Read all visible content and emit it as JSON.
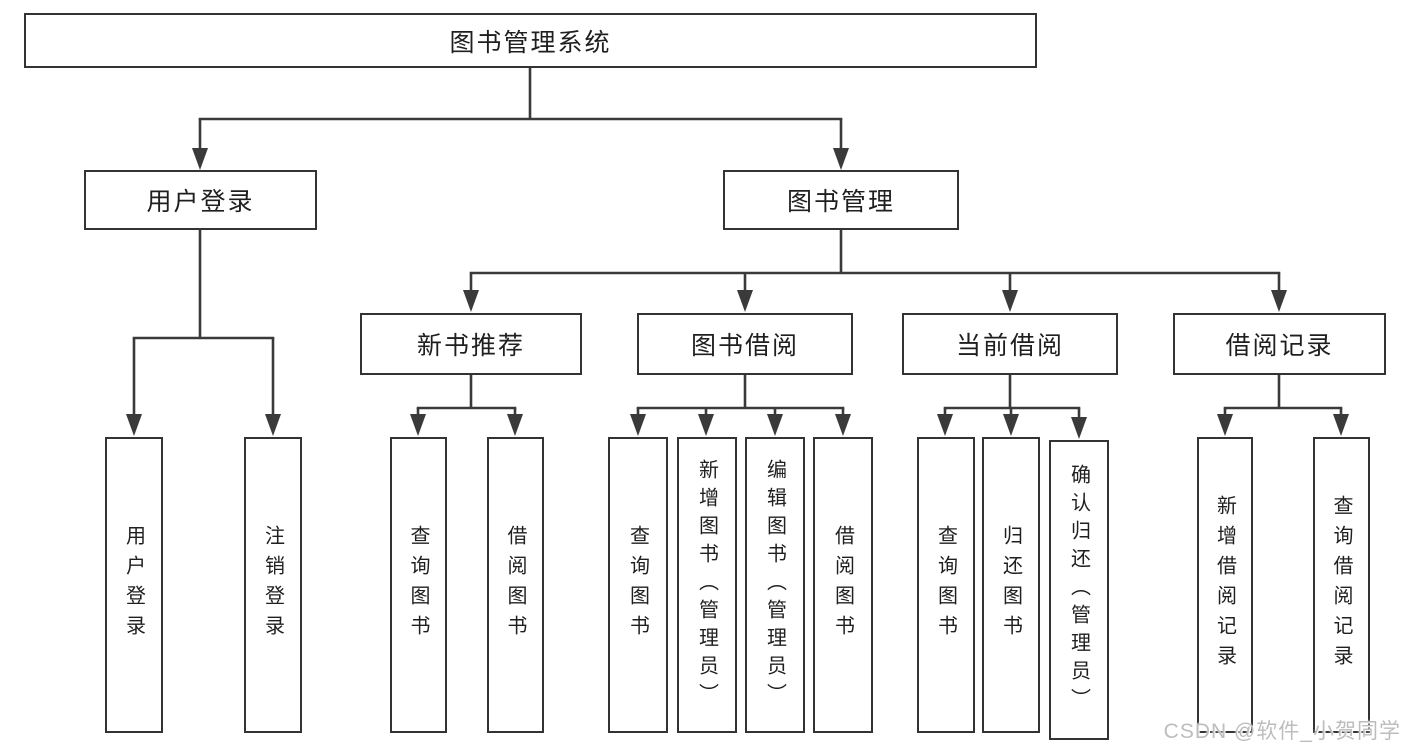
{
  "tree": {
    "label": "图书管理系统",
    "children": [
      {
        "label": "用户登录",
        "children": [
          {
            "label": "用户登录"
          },
          {
            "label": "注销登录"
          }
        ]
      },
      {
        "label": "图书管理",
        "children": [
          {
            "label": "新书推荐",
            "children": [
              {
                "label": "查询图书"
              },
              {
                "label": "借阅图书"
              }
            ]
          },
          {
            "label": "图书借阅",
            "children": [
              {
                "label": "查询图书"
              },
              {
                "label": "新增图书（管理员）"
              },
              {
                "label": "编辑图书（管理员）"
              },
              {
                "label": "借阅图书"
              }
            ]
          },
          {
            "label": "当前借阅",
            "children": [
              {
                "label": "查询图书"
              },
              {
                "label": "归还图书"
              },
              {
                "label": "确认归还（管理员）"
              }
            ]
          },
          {
            "label": "借阅记录",
            "children": [
              {
                "label": "新增借阅记录"
              },
              {
                "label": "查询借阅记录"
              }
            ]
          }
        ]
      }
    ]
  },
  "watermark": {
    "text": "CSDN @软件_小贺同学"
  },
  "colors": {
    "line": "#3a3a3a",
    "box-border": "#333333",
    "box-fill": "#ffffff",
    "text": "#1f1f1f",
    "watermark": "#bdbdbd"
  }
}
